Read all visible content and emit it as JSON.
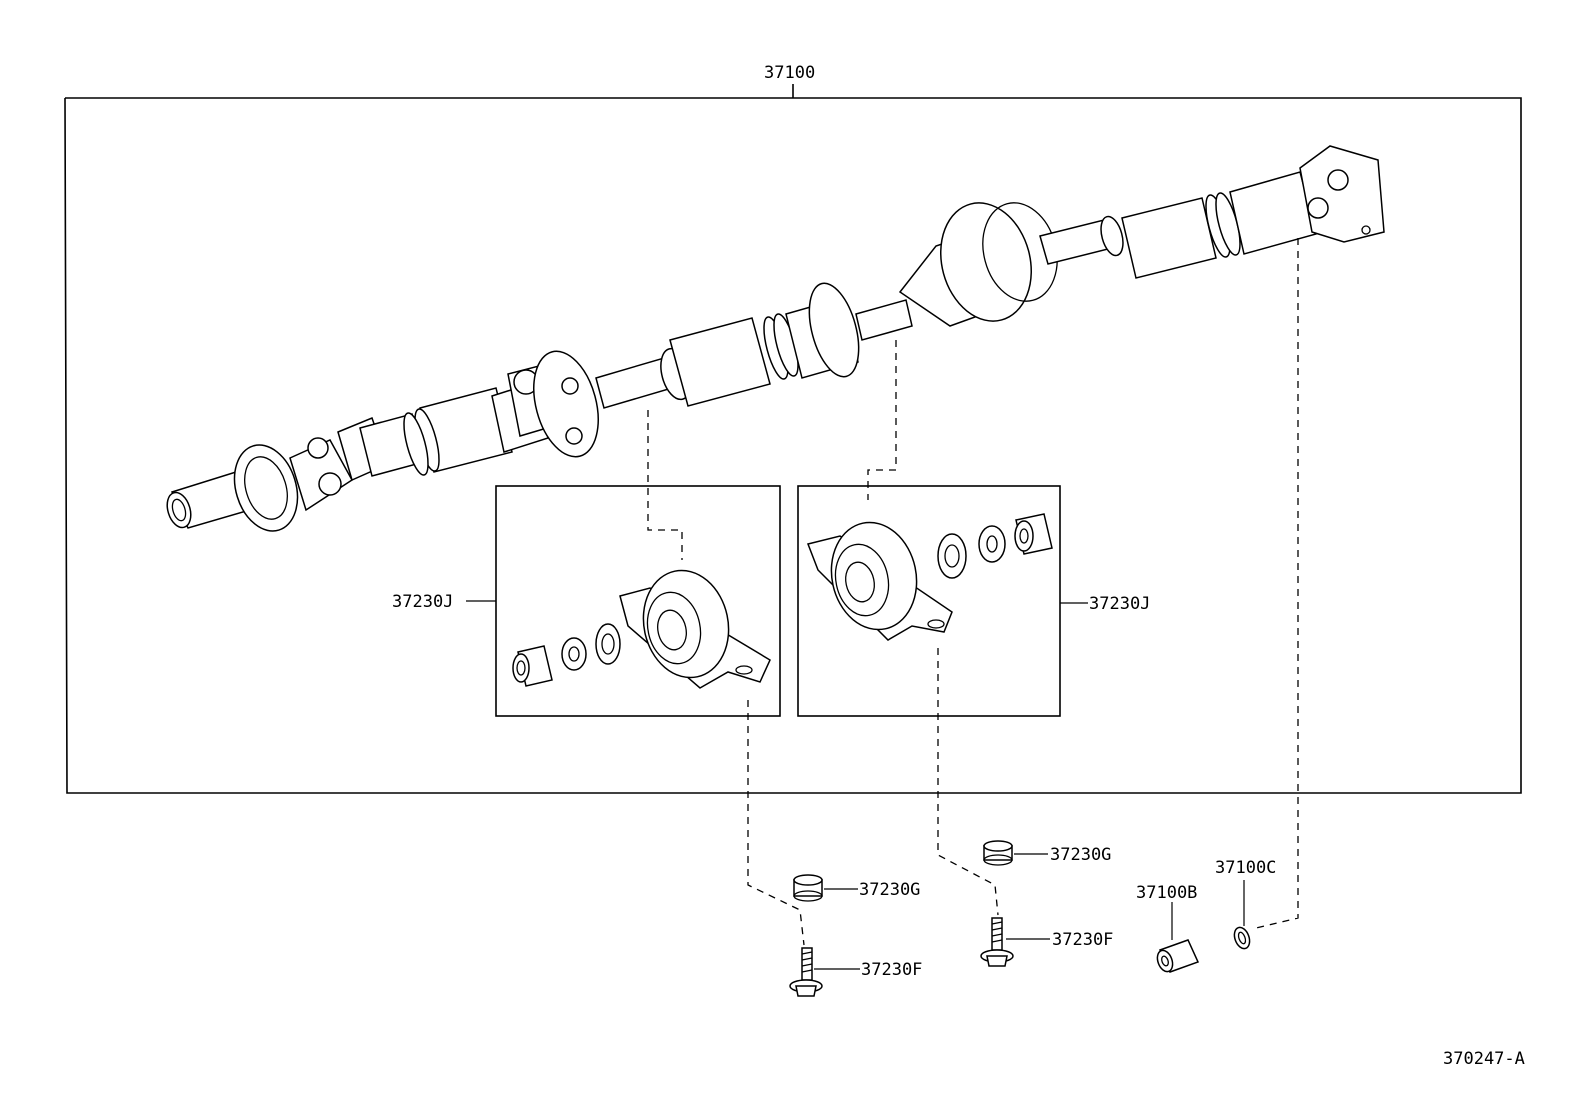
{
  "diagram": {
    "labels": {
      "main_assembly": "37100",
      "center_bearing_left": "37230J",
      "center_bearing_right": "37230J",
      "nut_left": "37230G",
      "bolt_left": "37230F",
      "nut_right": "37230G",
      "bolt_right": "37230F",
      "sleeve": "37100B",
      "clip": "37100C",
      "figure_id": "370247-A"
    }
  }
}
